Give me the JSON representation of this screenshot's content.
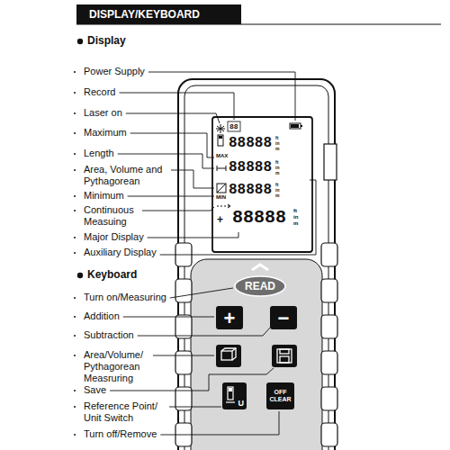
{
  "diagram": {
    "title": "DISPLAY/KEYBOARD",
    "nodes": [
      {
        "text": [
          "READ"
        ]
      },
      {
        "text": [
          "+"
        ]
      },
      {
        "text": [
          "−"
        ]
      },
      {
        "text": [
          "U"
        ]
      },
      {
        "text": [
          "OFF CLEAR"
        ]
      }
    ],
    "labels": [
      "Display",
      "Power Supply",
      "Record",
      "Laser on",
      "Maximum",
      "Length",
      "Area, Volume and Pythagorean",
      "Minimum",
      "Continuous Measuing",
      "Major Display",
      "Auxiliary Display",
      "Keyboard",
      "Turn on/Measuring",
      "Addition",
      "Subtraction",
      "Area/Volume/ Pythagorean Measruring",
      "Save",
      "Reference Point/ Unit Switch",
      "Turn off/Remove",
      "88",
      "MAX",
      "MIN",
      "88888",
      "88888",
      "88888",
      "88888",
      "+",
      "ft in m",
      "ft in m",
      "ft in m",
      "ft in m"
    ]
  }
}
